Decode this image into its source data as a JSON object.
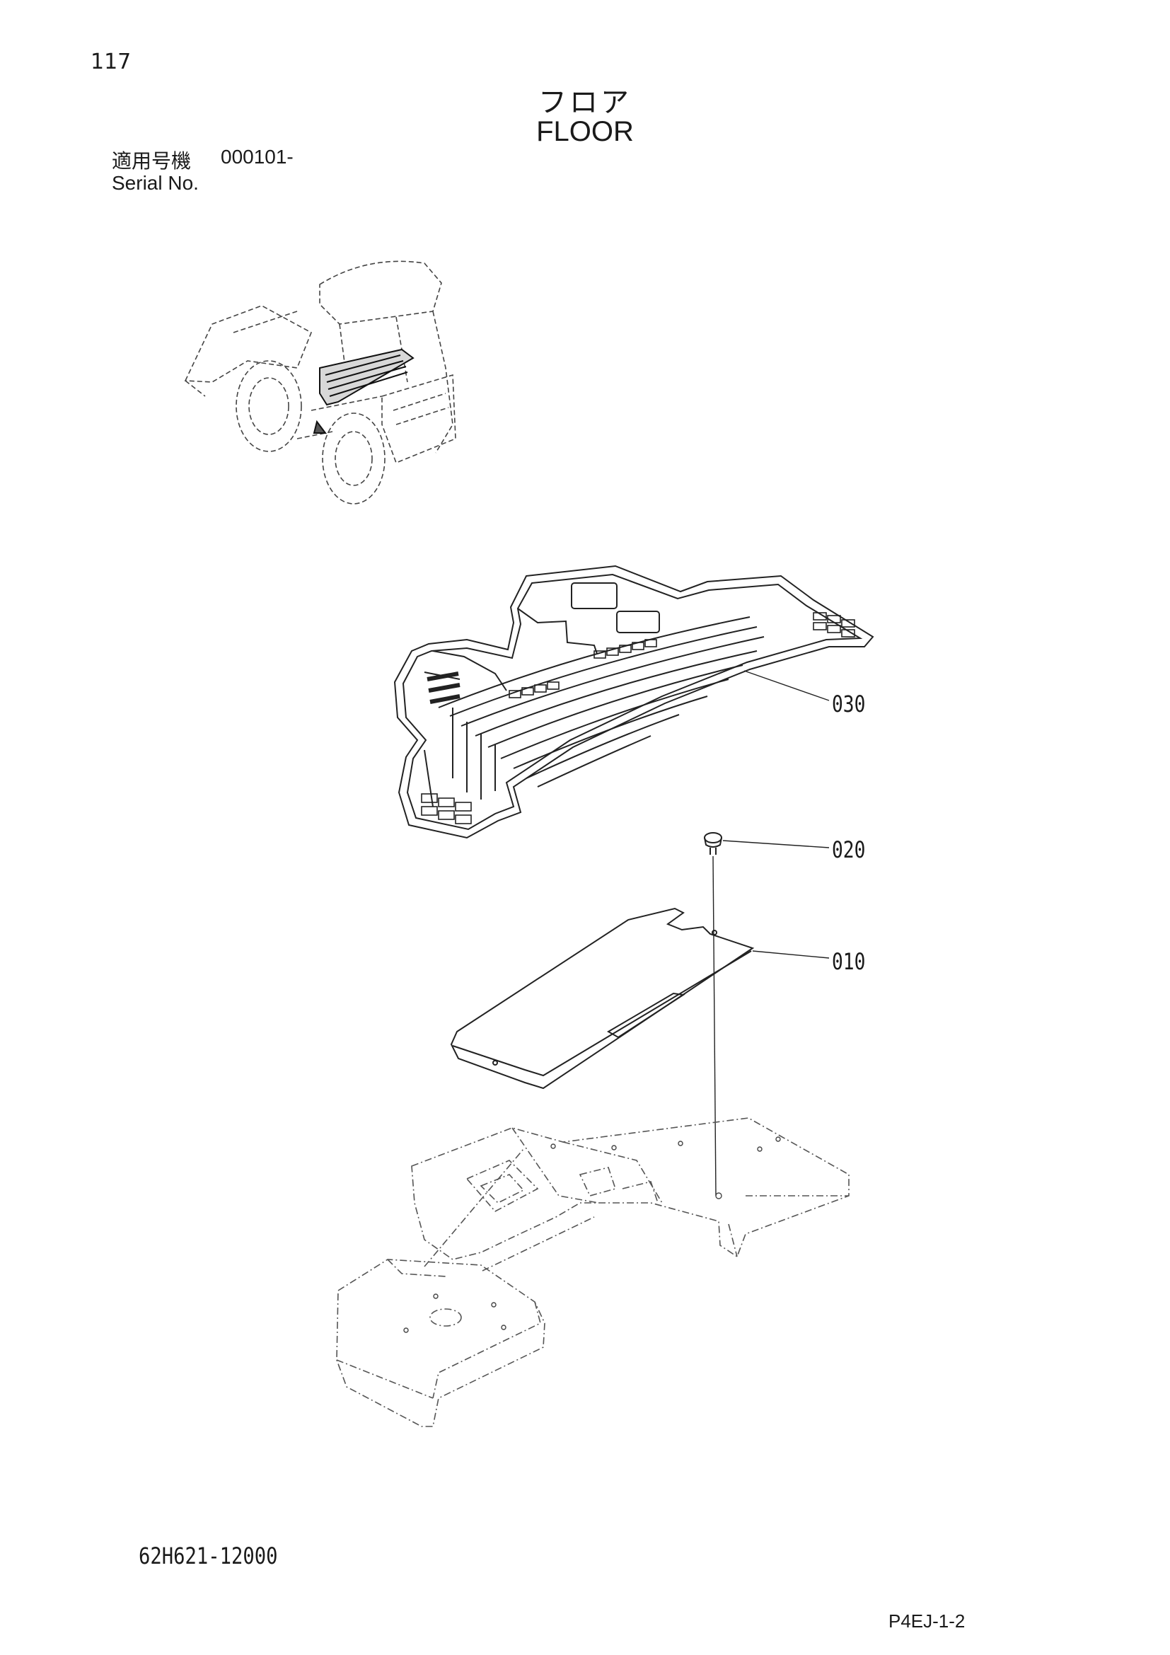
{
  "header": {
    "page_number": "117",
    "title_jp": "フロア",
    "title_en": "FLOOR",
    "serial_label_jp": "適用号機",
    "serial_value": "000101-",
    "serial_label_en": "Serial No."
  },
  "parts": [
    {
      "callout": "030"
    },
    {
      "callout": "020"
    },
    {
      "callout": "010"
    }
  ],
  "footer": {
    "drawing_number": "62H621-12000",
    "document_code": "P4EJ-1-2"
  }
}
